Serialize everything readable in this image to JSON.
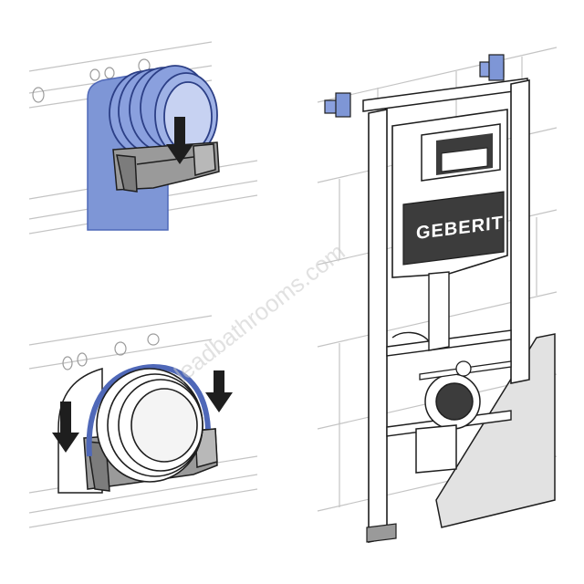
{
  "brand": {
    "logo_text": "GEBERIT"
  },
  "watermark": {
    "text": "leadbathrooms.com"
  },
  "colors": {
    "seal_blue": "#7e96d6",
    "seal_blue_dark": "#4f68b8",
    "bracket_gray": "#9a9a9a",
    "frame_white": "#ffffff",
    "line": "#1e1e1e",
    "wall_line": "#bdbdbd",
    "panel_gray": "#e2e2e2",
    "cistern_dark": "#3c3c3c"
  },
  "panels": [
    {
      "id": "seal-on",
      "description_icon": "arrow-down-icon",
      "arrow_count": 1
    },
    {
      "id": "seal-fitted",
      "description_icon": "arrow-down-icon",
      "arrow_count": 2
    },
    {
      "id": "frame-installed",
      "description_icon": "install-frame-icon"
    }
  ]
}
